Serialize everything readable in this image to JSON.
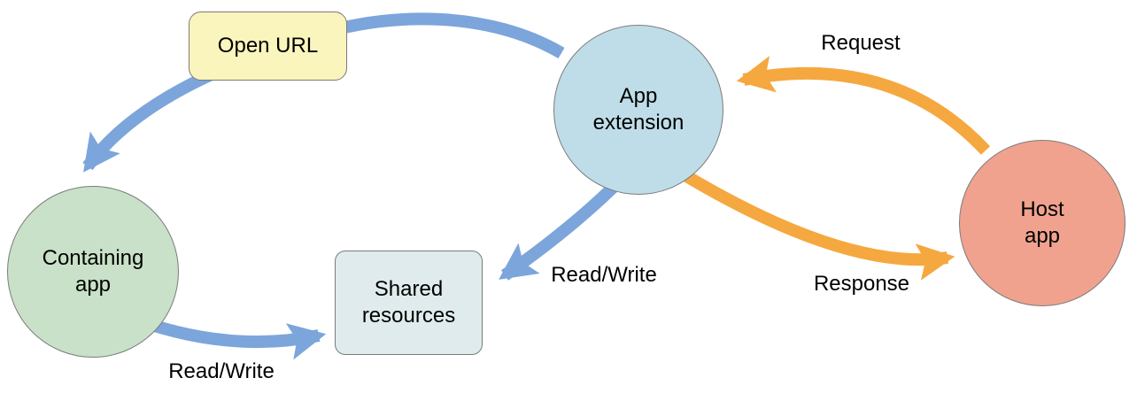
{
  "diagram": {
    "colors": {
      "arrow_blue": "#7CA5DB",
      "arrow_orange": "#F5A83F",
      "node_border": "#7B7B7B",
      "text": "#000000",
      "background": "#FFFFFF"
    },
    "nodes": {
      "open_url": {
        "label": "Open URL",
        "shape": "rounded-rect",
        "fill": "#FAF4BD"
      },
      "app_extension": {
        "label": "App\nextension",
        "shape": "circle",
        "fill": "#BFDDE8"
      },
      "host_app": {
        "label": "Host\napp",
        "shape": "circle",
        "fill": "#F0A28E"
      },
      "containing_app": {
        "label": "Containing\napp",
        "shape": "circle",
        "fill": "#C8E1C8"
      },
      "shared_resources": {
        "label": "Shared\nresources",
        "shape": "rounded-rect",
        "fill": "#DFEBEC"
      }
    },
    "edge_labels": {
      "request": "Request",
      "response": "Response",
      "read_write_extension": "Read/Write",
      "read_write_containing": "Read/Write"
    },
    "edges": [
      {
        "from": "app_extension",
        "to": "containing_app",
        "via": "open_url",
        "label": "Open URL",
        "color": "blue"
      },
      {
        "from": "containing_app",
        "to": "shared_resources",
        "label": "Read/Write",
        "color": "blue"
      },
      {
        "from": "app_extension",
        "to": "shared_resources",
        "label": "Read/Write",
        "color": "blue"
      },
      {
        "from": "host_app",
        "to": "app_extension",
        "label": "Request",
        "color": "orange"
      },
      {
        "from": "app_extension",
        "to": "host_app",
        "label": "Response",
        "color": "orange"
      }
    ]
  }
}
